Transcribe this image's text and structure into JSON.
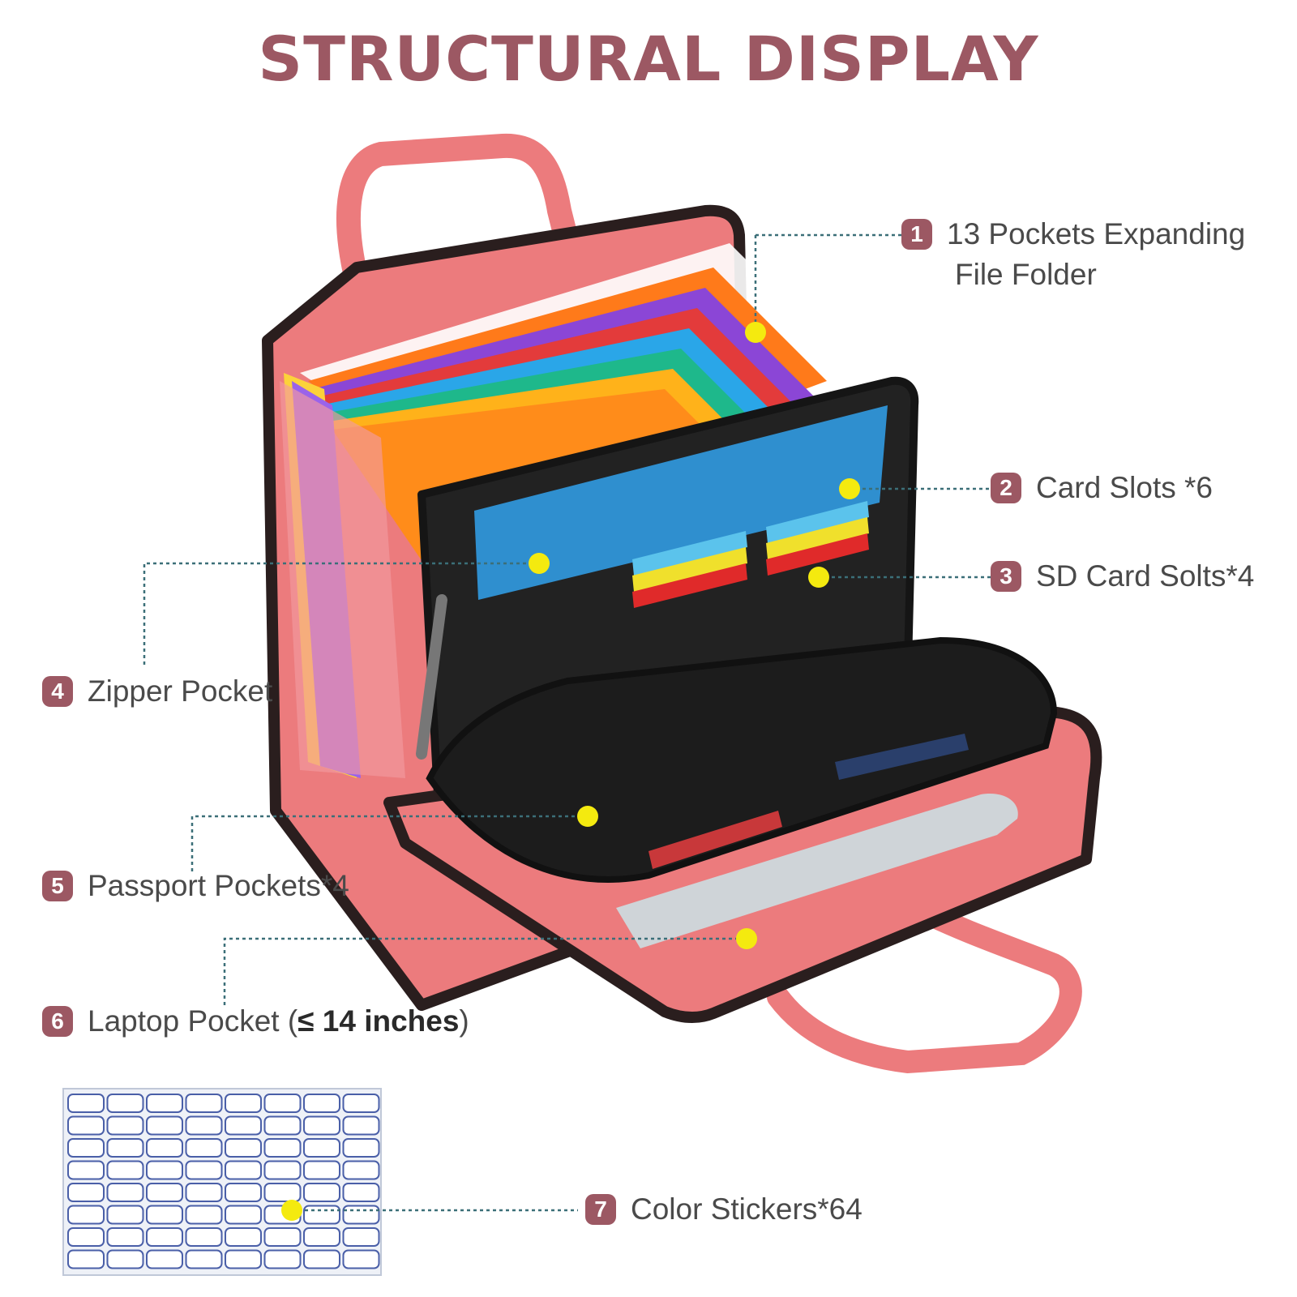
{
  "title": "STRUCTURAL DISPLAY",
  "colors": {
    "title": "#9c5863",
    "badge": "#9c5863",
    "leader": "#3b6f78",
    "marker": "#f4ea0f",
    "bag": "#ec7b7d",
    "bag_trim": "#2a1e1e"
  },
  "callouts": [
    {
      "number": "1",
      "label": "13 Pockets Expanding",
      "label_line2": "File Folder"
    },
    {
      "number": "2",
      "label": "Card Slots *6"
    },
    {
      "number": "3",
      "label": "SD Card Solts*4"
    },
    {
      "number": "4",
      "label": "Zipper Pocket"
    },
    {
      "number": "5",
      "label": "Passport Pockets*4"
    },
    {
      "number": "6",
      "label": "Laptop Pocket (",
      "label_strong": "≤ 14 inches",
      "label_end": ")"
    },
    {
      "number": "7",
      "label": "Color Stickers*64"
    }
  ]
}
